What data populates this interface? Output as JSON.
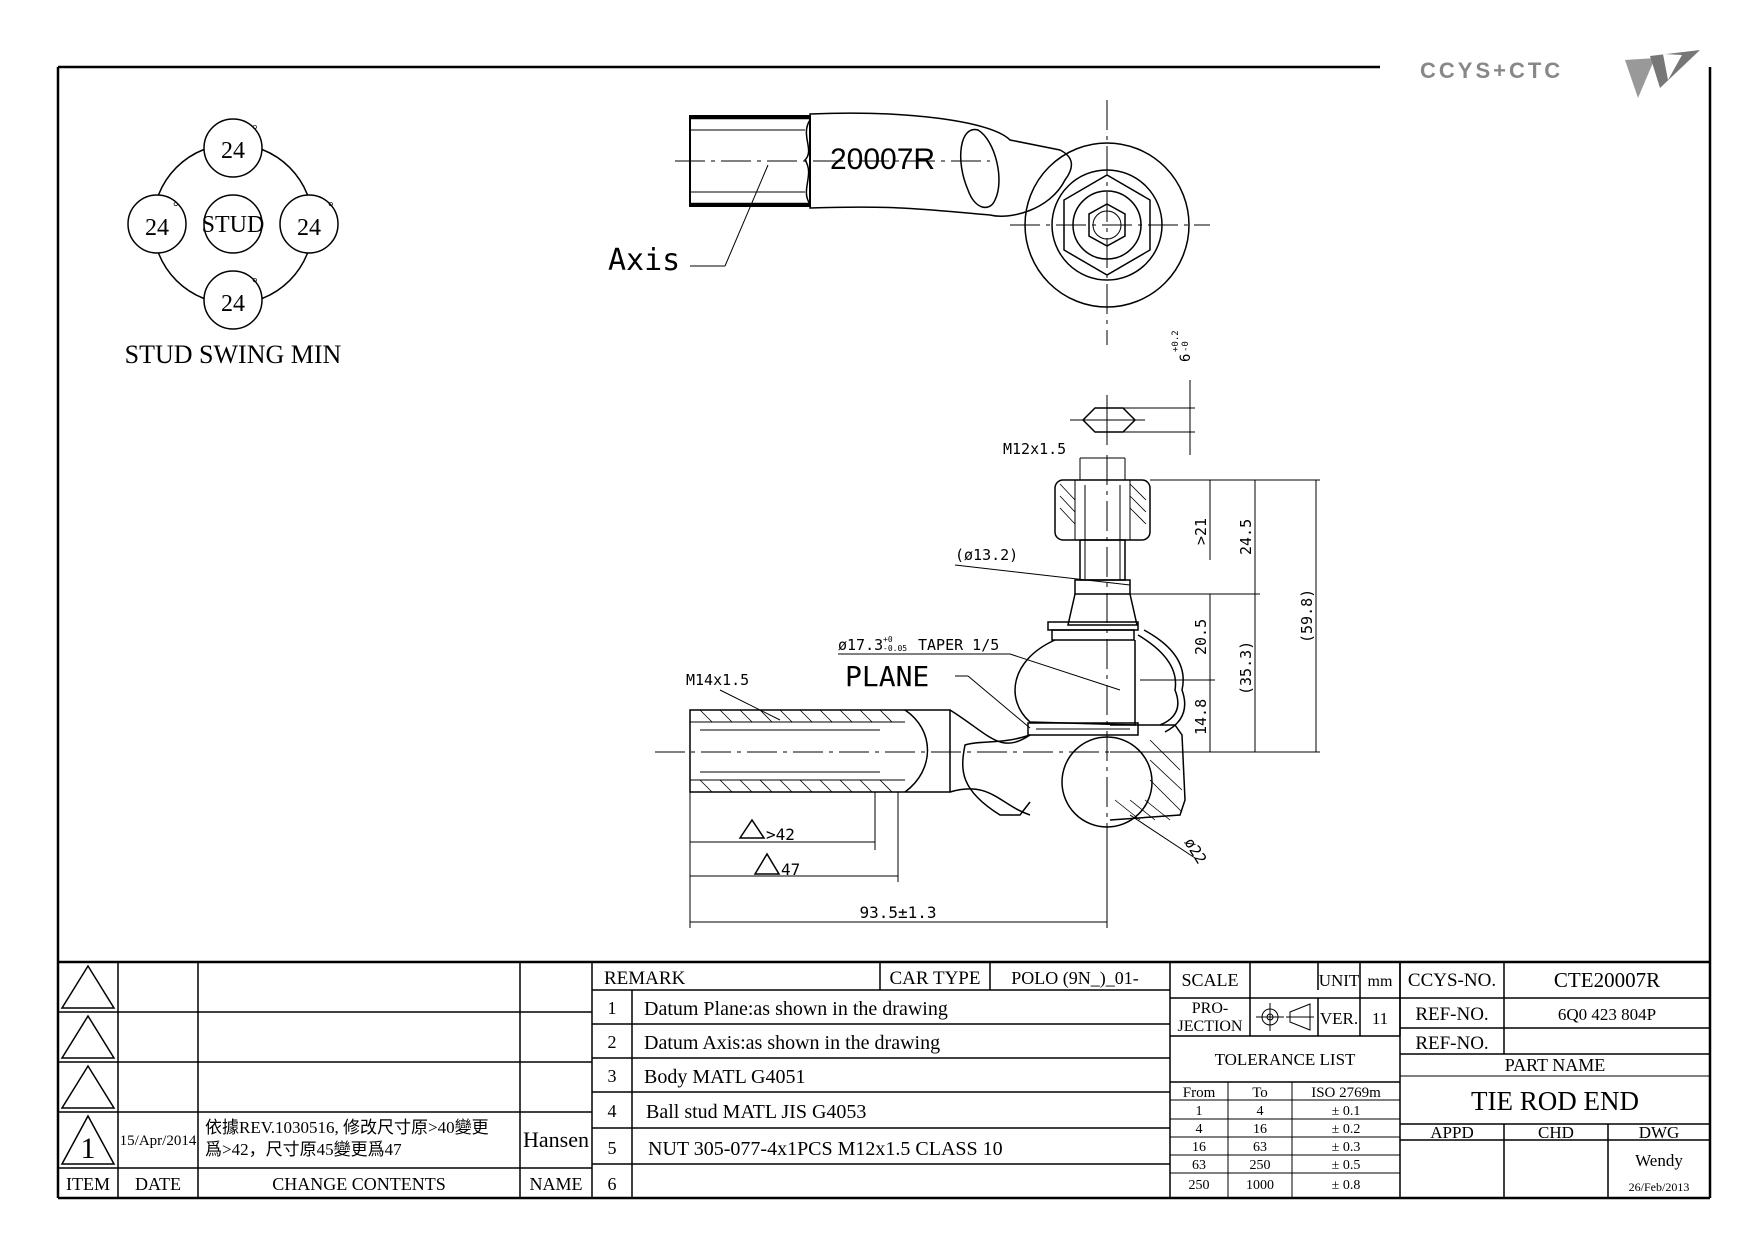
{
  "logo": {
    "text": "CCYS+CTC"
  },
  "swing": {
    "center_label": "STUD",
    "angles": [
      "24",
      "24",
      "24",
      "24"
    ],
    "degree_mark": "°",
    "caption": "STUD SWING MIN"
  },
  "top_view": {
    "part_label": "20007R",
    "axis_label": "Axis"
  },
  "section_view": {
    "dims": {
      "hex_nut_height": "6",
      "hex_nut_tol_upper": "+0.2",
      "hex_nut_tol_lower": "-0",
      "stud_thread": "M12x1.5",
      "thread_len": ">21",
      "stud_top": "24.5",
      "overall_height": "(59.8)",
      "neck_dia": "(ø13.2)",
      "taper": "ø17.3",
      "taper_tol_upper": "+0",
      "taper_tol_lower": "-0.05",
      "taper_ratio": "TAPER 1/5",
      "plane_label": "PLANE",
      "boss_height": "20.5",
      "mid_height": "(35.3)",
      "ball_center": "14.8",
      "body_thread": "M14x1.5",
      "thread_depth": ">42",
      "bore_depth": "47",
      "overall_length": "93.5±1.3",
      "ball_dia": "ø22"
    }
  },
  "revisions": {
    "headers": {
      "item": "ITEM",
      "date": "DATE",
      "change": "CHANGE CONTENTS",
      "name": "NAME"
    },
    "rows": [
      {
        "item": "",
        "date": "",
        "change": "",
        "name": ""
      },
      {
        "item": "",
        "date": "",
        "change": "",
        "name": ""
      },
      {
        "item": "",
        "date": "",
        "change": "",
        "name": ""
      },
      {
        "item": "1",
        "date": "15/Apr/2014",
        "change_line1": "依據REV.1030516, 修改尺寸原>40變更",
        "change_line2": "爲>42，尺寸原45變更爲47",
        "name": "Hansen"
      }
    ]
  },
  "remarks": {
    "header": "REMARK",
    "car_type_label": "CAR TYPE",
    "car_type_value": "POLO (9N_)_01-",
    "items": [
      {
        "no": "1",
        "text": "Datum Plane:as shown in the drawing"
      },
      {
        "no": "2",
        "text": "Datum Axis:as shown in the drawing"
      },
      {
        "no": "3",
        "text": "Body MATL G4051"
      },
      {
        "no": "4",
        "text": "Ball stud MATL JIS G4053"
      },
      {
        "no": "5",
        "text": "NUT 305-077-4x1PCS M12x1.5 CLASS 10"
      },
      {
        "no": "6",
        "text": ""
      }
    ]
  },
  "specs": {
    "scale_label": "SCALE",
    "scale_value": "",
    "unit_label": "UNIT",
    "unit_value": "mm",
    "projection_line1": "PRO-",
    "projection_line2": "JECTION",
    "ver_label": "VER.",
    "ver_value": "11",
    "tolerance_title": "TOLERANCE LIST",
    "tolerance_headers": {
      "from": "From",
      "to": "To",
      "std": "ISO 2769m"
    },
    "tolerances": [
      {
        "from": "1",
        "to": "4",
        "tol": "± 0.1"
      },
      {
        "from": "4",
        "to": "16",
        "tol": "± 0.2"
      },
      {
        "from": "16",
        "to": "63",
        "tol": "± 0.3"
      },
      {
        "from": "63",
        "to": "250",
        "tol": "± 0.5"
      },
      {
        "from": "250",
        "to": "1000",
        "tol": "± 0.8"
      }
    ]
  },
  "title_block": {
    "ccys_label": "CCYS-NO.",
    "ccys_value": "CTE20007R",
    "ref1_label": "REF-NO.",
    "ref1_value": "6Q0 423 804P",
    "ref2_label": "REF-NO.",
    "ref2_value": "",
    "part_name_label": "PART NAME",
    "part_name_value": "TIE ROD END",
    "appd_label": "APPD",
    "chd_label": "CHD",
    "dwg_label": "DWG",
    "appd_value": "",
    "chd_value": "",
    "dwg_value": "Wendy",
    "date_value": "26/Feb/2013"
  }
}
